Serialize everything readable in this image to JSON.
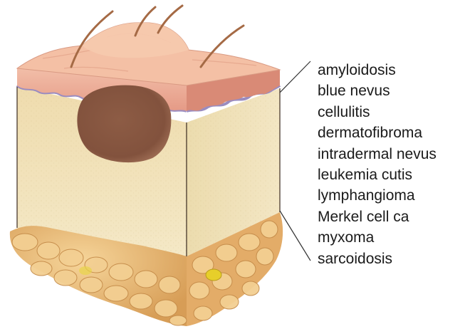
{
  "figure": {
    "terms": [
      "amyloidosis",
      "blue nevus",
      "cellulitis",
      "dermatofibroma",
      "intradermal nevus",
      "leukemia cutis",
      "lymphangioma",
      "Merkel cell ca",
      "myxoma",
      "sarcoidosis"
    ]
  },
  "colors": {
    "dermis": "#f1e3b8",
    "epidermis": "#e9a28c",
    "basal_membrane": "#9a8cc0",
    "lesion": "#8b5a44",
    "fat": "#e6b572",
    "hair": "#a56a45",
    "text": "#1a1a1a"
  }
}
